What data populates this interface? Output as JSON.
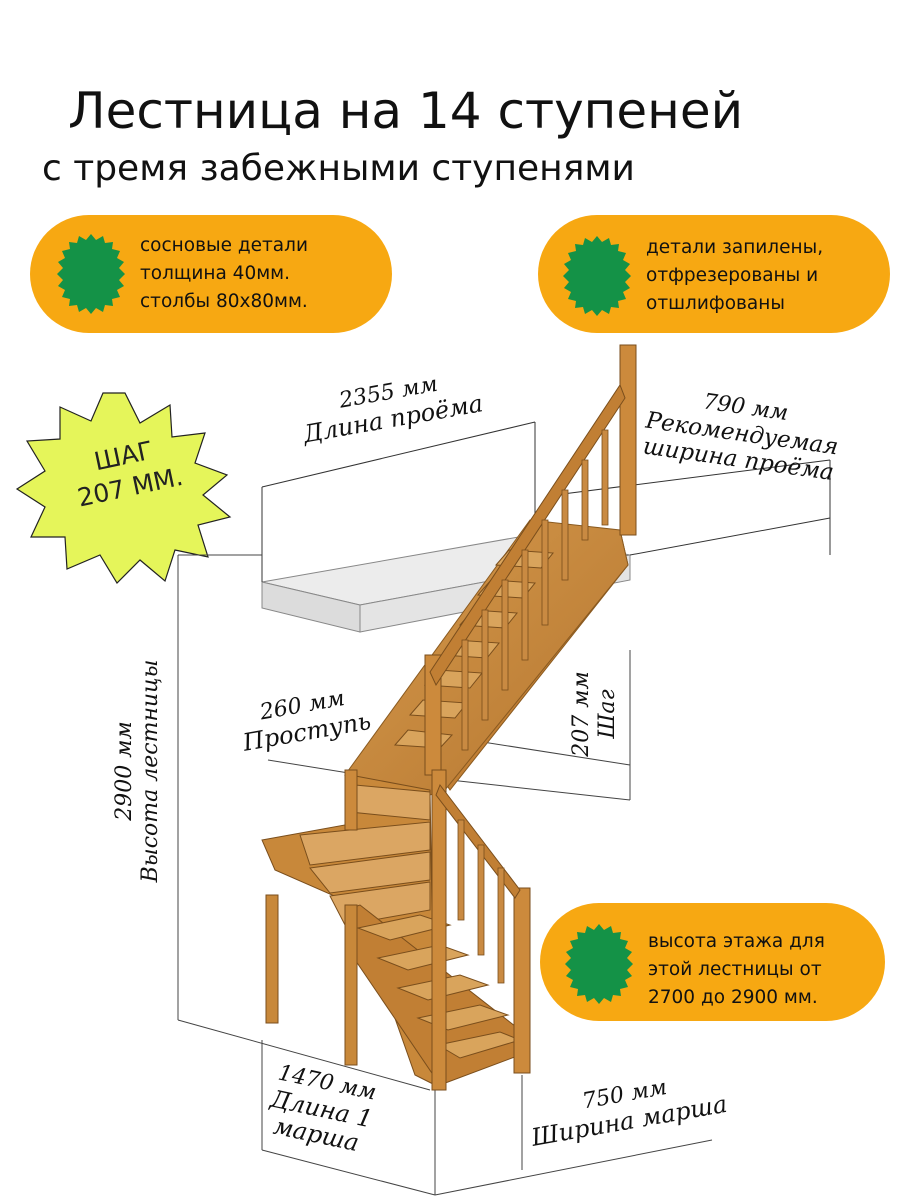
{
  "header": {
    "title": "Лестница на 14 ступеней",
    "subtitle": "с  тремя забежными ступенями"
  },
  "badges": [
    {
      "text": "сосновые детали\nтолщина 40мм.\nстолбы 80х80мм."
    },
    {
      "text": "детали запилены,\nотфрезерованы и\nотшлифованы"
    },
    {
      "text": "высота этажа для\nэтой лестницы от\n2700 до 2900 мм."
    }
  ],
  "step_badge": {
    "line1": "ШАГ",
    "line2": "207 ММ."
  },
  "dimensions": {
    "opening_length": {
      "value": "2355 мм",
      "label": "Длина проёма"
    },
    "opening_width": {
      "value": "790 мм",
      "label1": "Рекомендуемая",
      "label2": "ширина проёма"
    },
    "tread": {
      "value": "260 мм",
      "label": "Проступь"
    },
    "step": {
      "value": "207 мм",
      "label": "Шаг"
    },
    "height": {
      "value": "2900 мм",
      "label": "Высота лестницы"
    },
    "flight_length": {
      "value": "1470 мм",
      "label1": "Длина 1",
      "label2": "марша"
    },
    "flight_width": {
      "value": "750 мм",
      "label": "Ширина марша"
    }
  },
  "colors": {
    "badge_fill": "#f7a812",
    "badge_dot": "#149247",
    "star_fill": "#e5f55a",
    "wood": "#c8883a",
    "wood_dark": "#9a6224"
  }
}
